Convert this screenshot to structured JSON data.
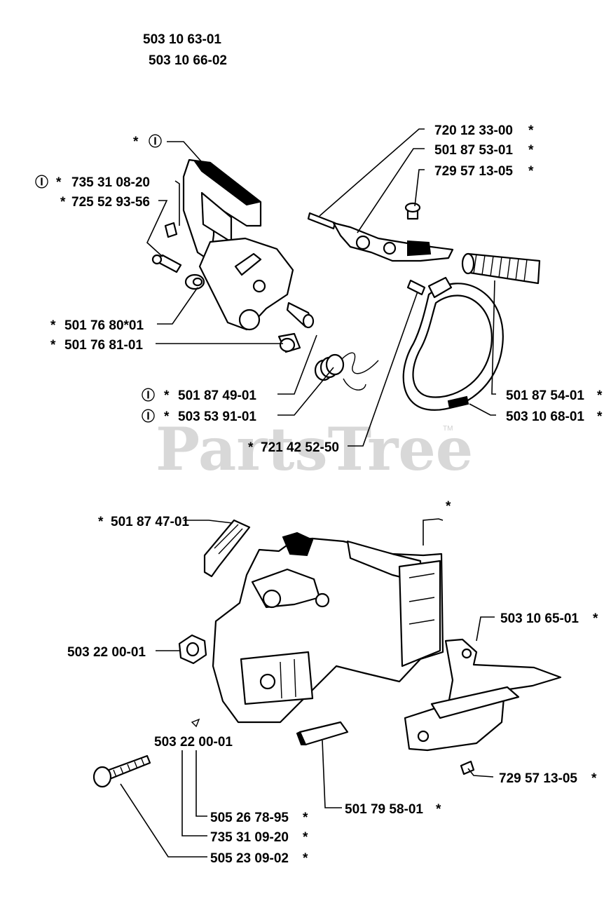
{
  "header": {
    "codes": [
      "503 10 63-01",
      "503 10 66-02"
    ]
  },
  "watermark": {
    "text": "PartsTree",
    "tm": "TM"
  },
  "symbols": {
    "circled_slash": "Ⓘ",
    "asterisk": "*"
  },
  "labels": {
    "top_star": "*",
    "p735_31_08_20": "735 31 08-20",
    "p725_52_93_56": "725 52 93-56",
    "p501_76_80_01": "501 76 80*01",
    "p501_76_81_01": "501 76 81-01",
    "p501_87_49_01": "501 87 49-01",
    "p503_53_91_01": "503 53 91-01",
    "p720_12_33_00": "720 12 33-00",
    "p501_87_53_01": "501 87 53-01",
    "p729_57_13_05_top": "729 57 13-05",
    "p501_87_54_01": "501 87 54-01",
    "p503_10_68_01": "503 10 68-01",
    "p721_42_52_50": "721 42 52-50",
    "p501_87_47_01": "501 87 47-01",
    "p503_10_65_01": "503 10 65-01",
    "p503_22_00_01_a": "503 22 00-01",
    "p503_22_00_01_b": "503 22 00-01",
    "p729_57_13_05_bottom": "729 57 13-05",
    "p501_79_58_01": "501 79 58-01",
    "p505_26_78_95": "505 26 78-95",
    "p735_31_09_20": "735 31 09-20",
    "p505_23_09_02": "505 23 09-02"
  }
}
